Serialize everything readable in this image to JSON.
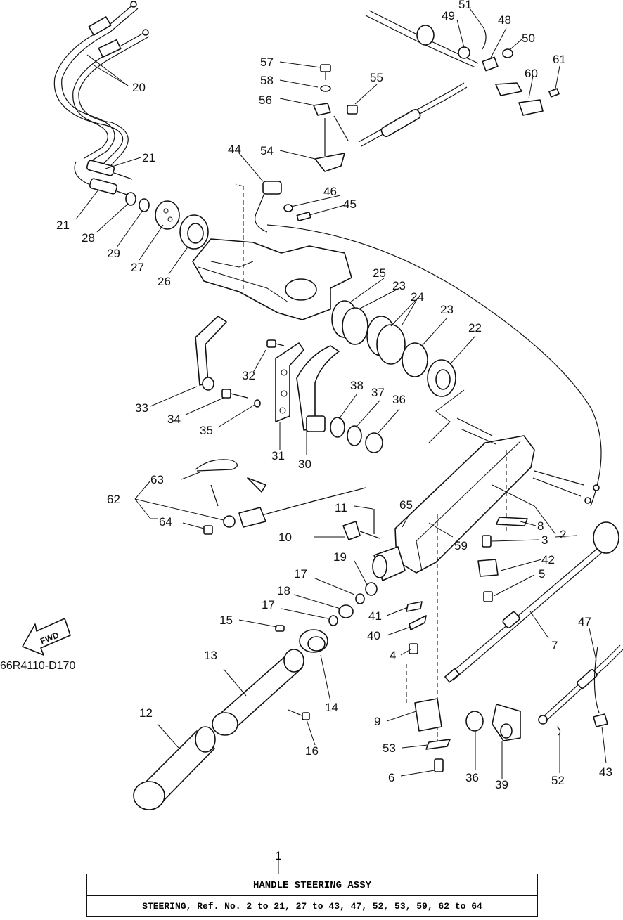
{
  "diagram": {
    "drawing_code": "66R4110-D170",
    "direction_marker": "FWD",
    "callouts": [
      "2",
      "3",
      "4",
      "5",
      "6",
      "7",
      "8",
      "9",
      "10",
      "11",
      "12",
      "13",
      "14",
      "15",
      "16",
      "17",
      "17",
      "18",
      "19",
      "20",
      "21",
      "21",
      "22",
      "23",
      "23",
      "24",
      "25",
      "26",
      "27",
      "28",
      "29",
      "30",
      "31",
      "32",
      "33",
      "34",
      "35",
      "36",
      "36",
      "37",
      "38",
      "39",
      "40",
      "41",
      "42",
      "43",
      "44",
      "45",
      "46",
      "47",
      "48",
      "49",
      "50",
      "51",
      "52",
      "53",
      "54",
      "55",
      "56",
      "57",
      "58",
      "59",
      "60",
      "61",
      "62",
      "63",
      "64",
      "65"
    ]
  },
  "assembly": {
    "ref_no": "1",
    "name": "HANDLE STEERING ASSY",
    "contents": "STEERING,  Ref. No. 2 to 21, 27 to 43, 47, 52, 53, 59, 62 to 64"
  }
}
